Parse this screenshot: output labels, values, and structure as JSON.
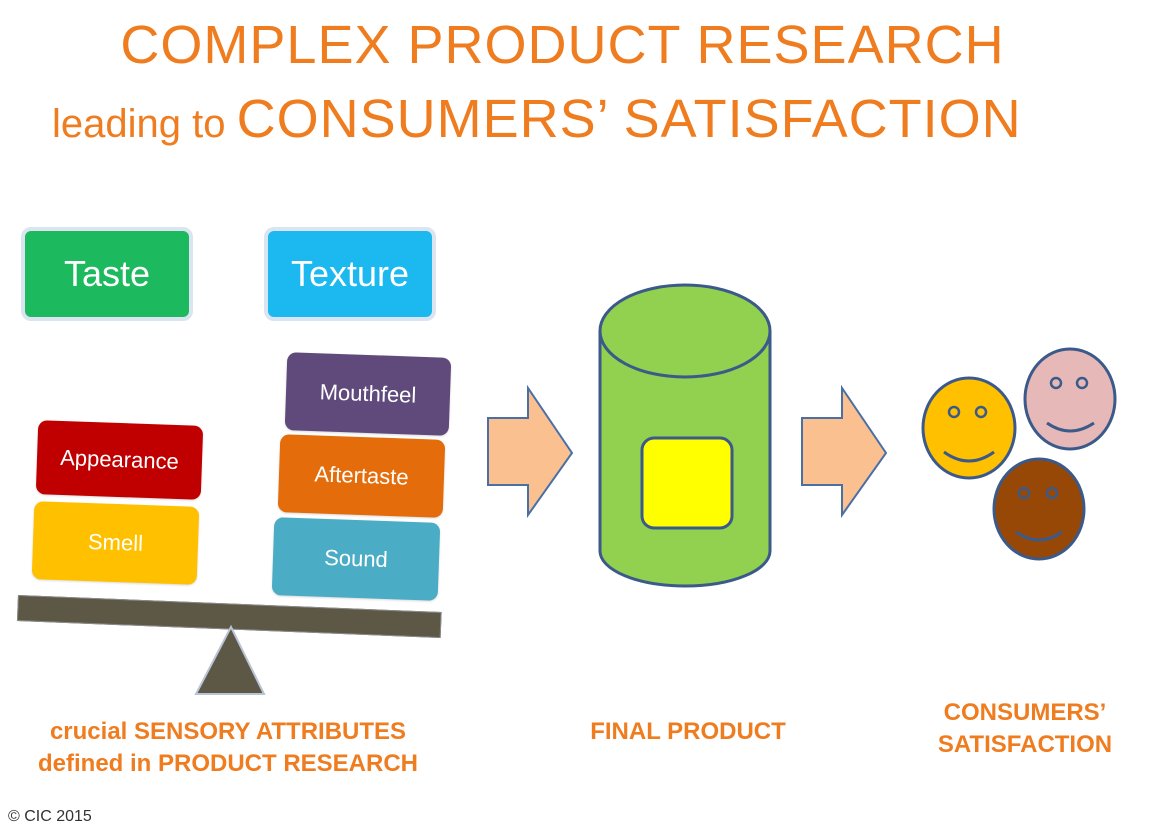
{
  "title": {
    "line1": "COMPLEX PRODUCT RESEARCH",
    "line2_small": "leading to ",
    "line2_big": "CONSUMERS’ SATISFACTION"
  },
  "categories": {
    "taste": {
      "label": "Taste",
      "color": "#1db95e"
    },
    "texture": {
      "label": "Texture",
      "color": "#1cb8f0"
    }
  },
  "attributes": {
    "mouthfeel": {
      "label": "Mouthfeel",
      "color": "#604a7b"
    },
    "appearance": {
      "label": "Appearance",
      "color": "#c00000"
    },
    "aftertaste": {
      "label": "Aftertaste",
      "color": "#e46c0a"
    },
    "smell": {
      "label": "Smell",
      "color": "#ffc000"
    },
    "sound": {
      "label": "Sound",
      "color": "#4bacc6"
    }
  },
  "product": {
    "body_color": "#92d050",
    "label_color": "#ffff00"
  },
  "arrow_color": "#fac090",
  "faces": {
    "yellow": "#ffc000",
    "pink": "#e6b9b8",
    "brown": "#974806"
  },
  "captions": {
    "attributes_line1": "crucial SENSORY ATTRIBUTES",
    "attributes_line2": "defined in PRODUCT RESEARCH",
    "final_product": "FINAL PRODUCT",
    "satisfaction_line1": "CONSUMERS’",
    "satisfaction_line2": "SATISFACTION"
  },
  "copyright": "© CIC 2015"
}
